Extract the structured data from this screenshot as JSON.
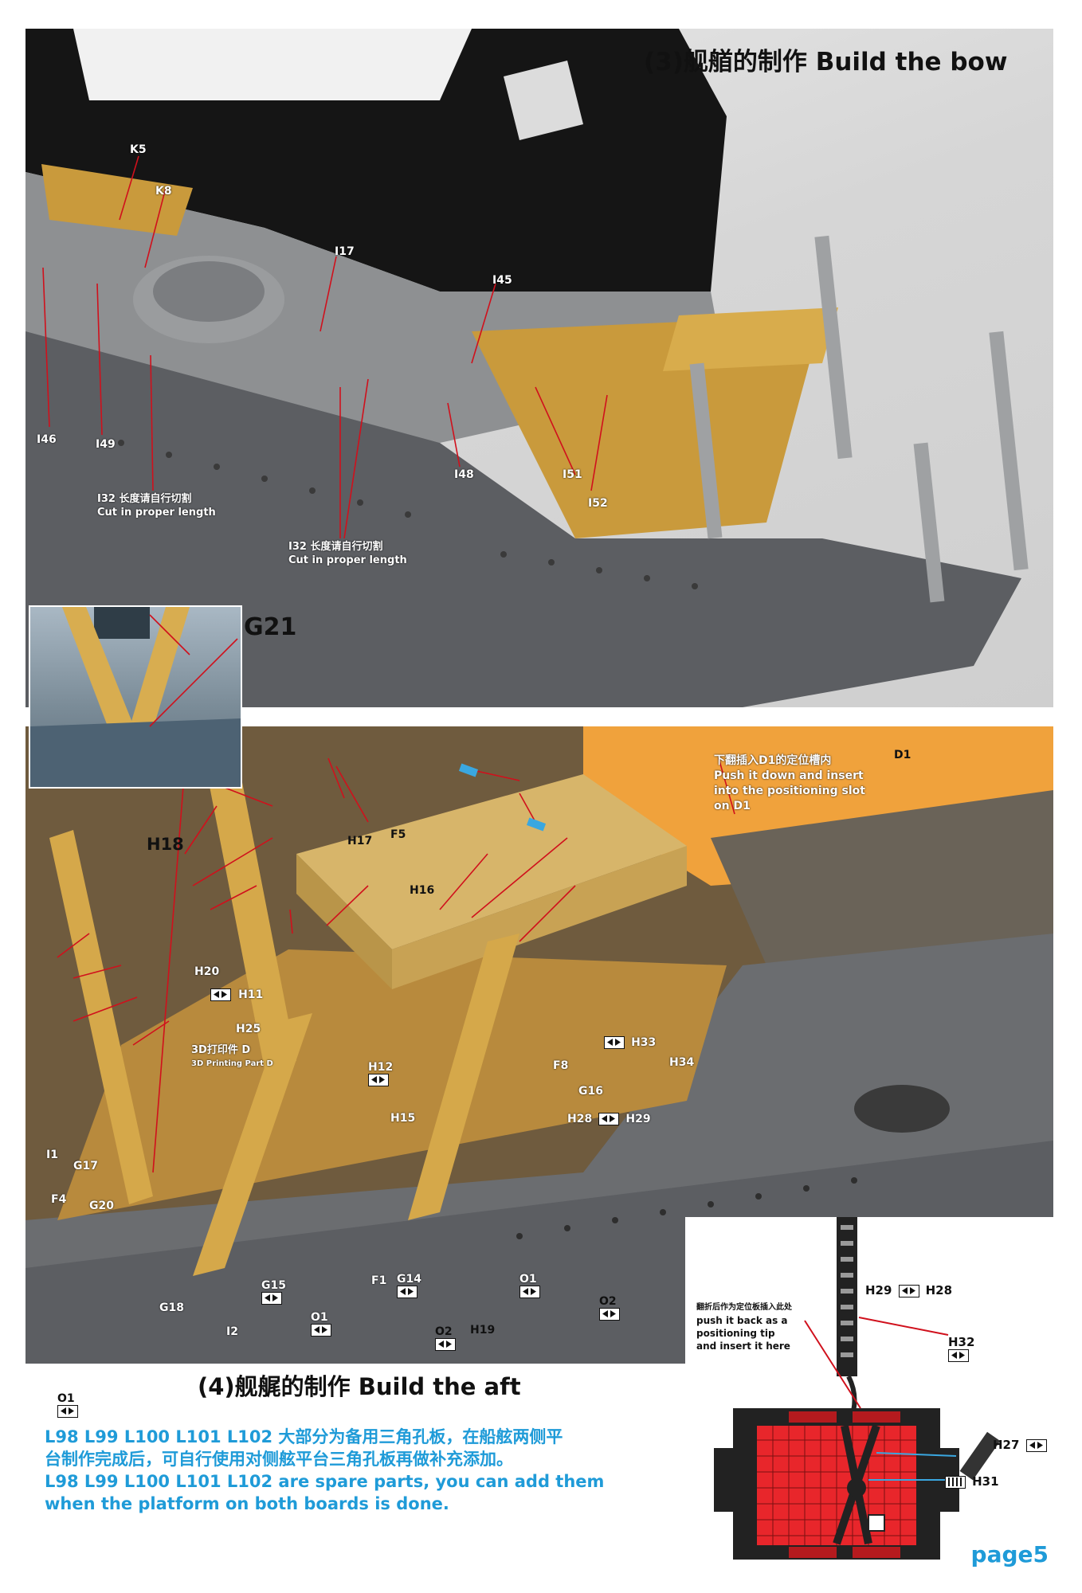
{
  "colors": {
    "leader_line": "#d0101c",
    "note_blue": "#1f9bd8",
    "brass": "#c99a3c",
    "hull_grey": "#5c5e62",
    "diagram_red": "#e8262b"
  },
  "bow": {
    "title": "(3)舰艏的制作 Build the bow",
    "labels": [
      "K5",
      "K8",
      "I17",
      "I45",
      "I46",
      "I49",
      "I48",
      "I51",
      "I52"
    ],
    "note_cut_1": [
      "I32 长度请自行切割",
      "Cut in proper length"
    ],
    "note_cut_2": [
      "I32 长度请自行切割",
      "Cut in proper length"
    ]
  },
  "inset": {
    "label": "G21"
  },
  "aft": {
    "title": "(4)舰艉的制作 Build the aft",
    "d1_note": {
      "cn": "下翻插入D1的定位槽内",
      "en1": "Push it down and insert",
      "en2": "into the positioning slot",
      "en3": "on D1"
    },
    "labels": {
      "d1": "D1",
      "h18": "H18",
      "h17": "H17",
      "f5": "F5",
      "h16": "H16",
      "h20": "H20",
      "h11": "H11",
      "h25": "H25",
      "print_cn": "3D打印件 D",
      "print_en": "3D Printing Part D",
      "h12": "H12",
      "h15": "H15",
      "f8": "F8",
      "h33": "H33",
      "h34": "H34",
      "g16": "G16",
      "h28h29": "H28",
      "h29b": "H29",
      "i1": "I1",
      "g17": "G17",
      "f4": "F4",
      "g20": "G20",
      "g18": "G18",
      "i2": "I2",
      "g15": "G15",
      "o1a": "O1",
      "f1": "F1",
      "g14": "G14",
      "o2a": "O2",
      "h19": "H19",
      "o1b": "O1",
      "o2b": "O2",
      "o1c": "O1"
    }
  },
  "diagram": {
    "h29h28_a": "H29",
    "h29h28_b": "H28",
    "fold_cn": "翻折后作为定位板插入此处",
    "fold_en1": "push it back as a",
    "fold_en2": "positioning tip",
    "fold_en3": "and insert it here",
    "h32": "H32",
    "h27": "H27",
    "h31": "H31"
  },
  "spare_note": {
    "line1": "L98 L99 L100 L101 L102 大部分为备用三角孔板，在船舷两侧平",
    "line2": "台制作完成后，可自行使用对侧舷平台三角孔板再做补充添加。",
    "line3": "L98 L99 L100 L101 L102 are spare parts, you can add them",
    "line4": "when the platform on both boards is done."
  },
  "page": "page5"
}
